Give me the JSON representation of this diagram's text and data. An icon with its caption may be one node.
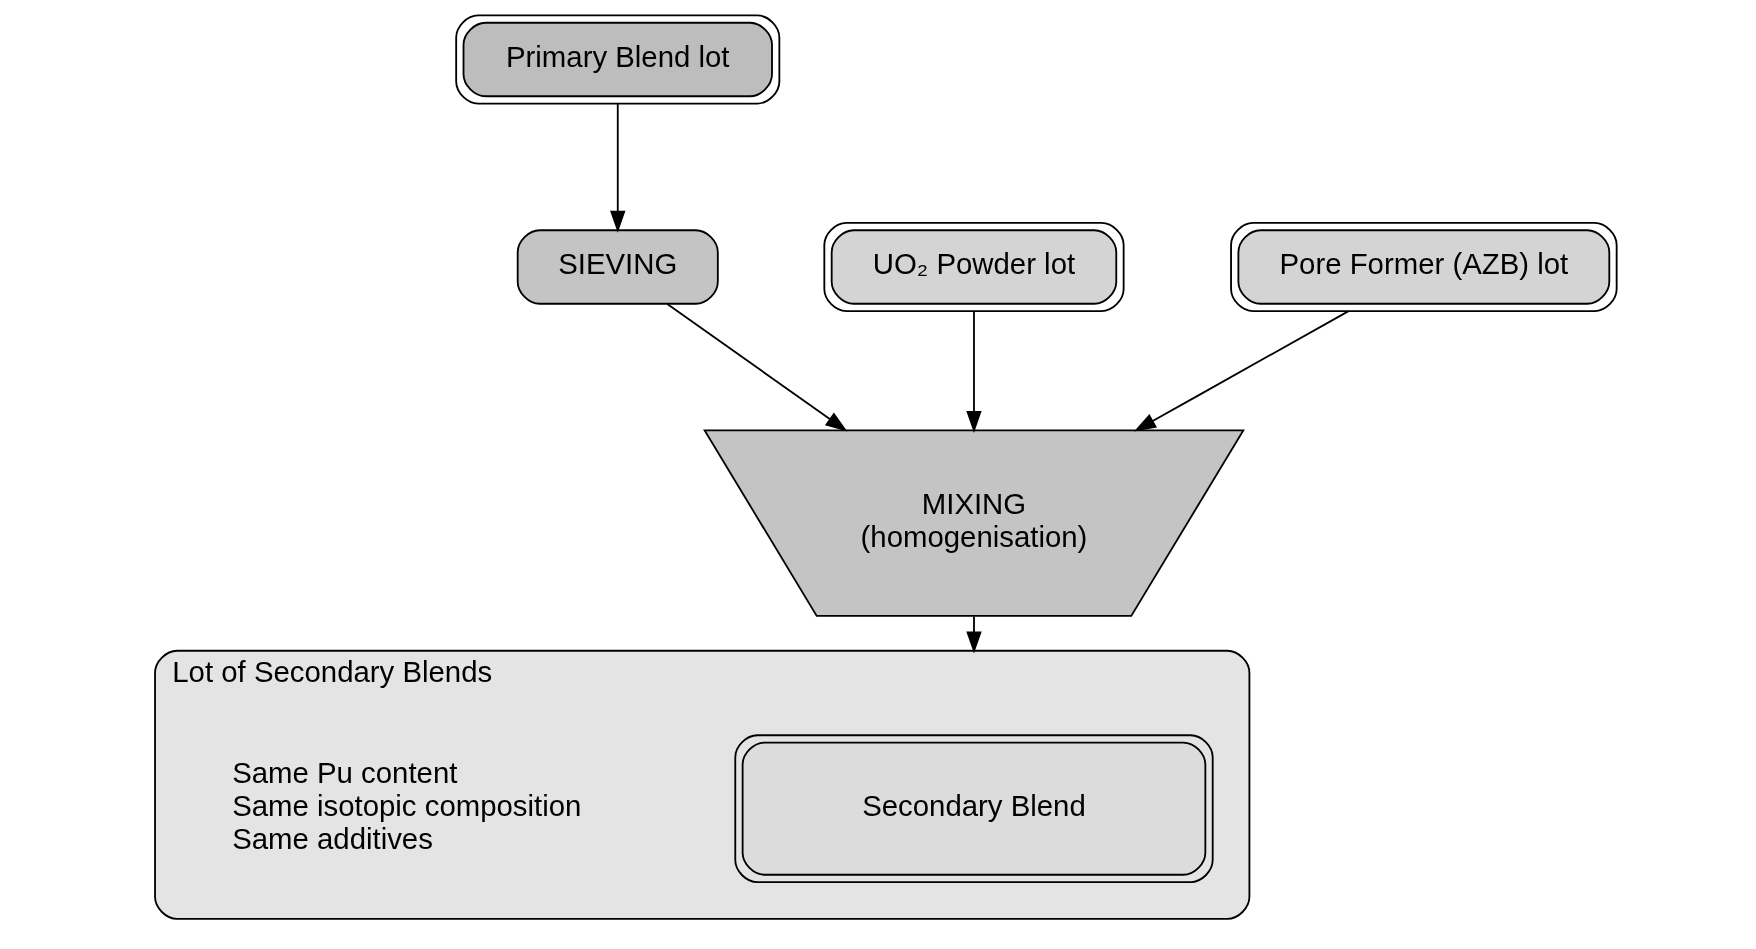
{
  "diagram": {
    "nodes": [
      {
        "text": [
          "Primary Blend lot"
        ]
      },
      {
        "text": [
          "UO₂ Powder lot"
        ]
      },
      {
        "text": [
          "Pore Former (AZB) lot"
        ]
      },
      {
        "text": [
          "SIEVING"
        ]
      },
      {
        "text": [
          "MIXING",
          "(homogenisation)"
        ]
      },
      {
        "text": [
          "Lot of Secondary Blends"
        ]
      },
      {
        "text": [
          "Secondary Blend"
        ],
        "in": 5
      }
    ],
    "edges": [
      {
        "from": 0,
        "to": 3,
        "arrow": "to"
      },
      {
        "from": 3,
        "to": 4,
        "arrow": "to"
      },
      {
        "from": 1,
        "to": 4,
        "arrow": "to"
      },
      {
        "from": 2,
        "to": 4,
        "arrow": "to"
      },
      {
        "from": 4,
        "to": 5,
        "arrow": "to"
      }
    ],
    "labels": [
      "Same Pu content",
      "Same isotopic composition",
      "Same additives"
    ]
  }
}
